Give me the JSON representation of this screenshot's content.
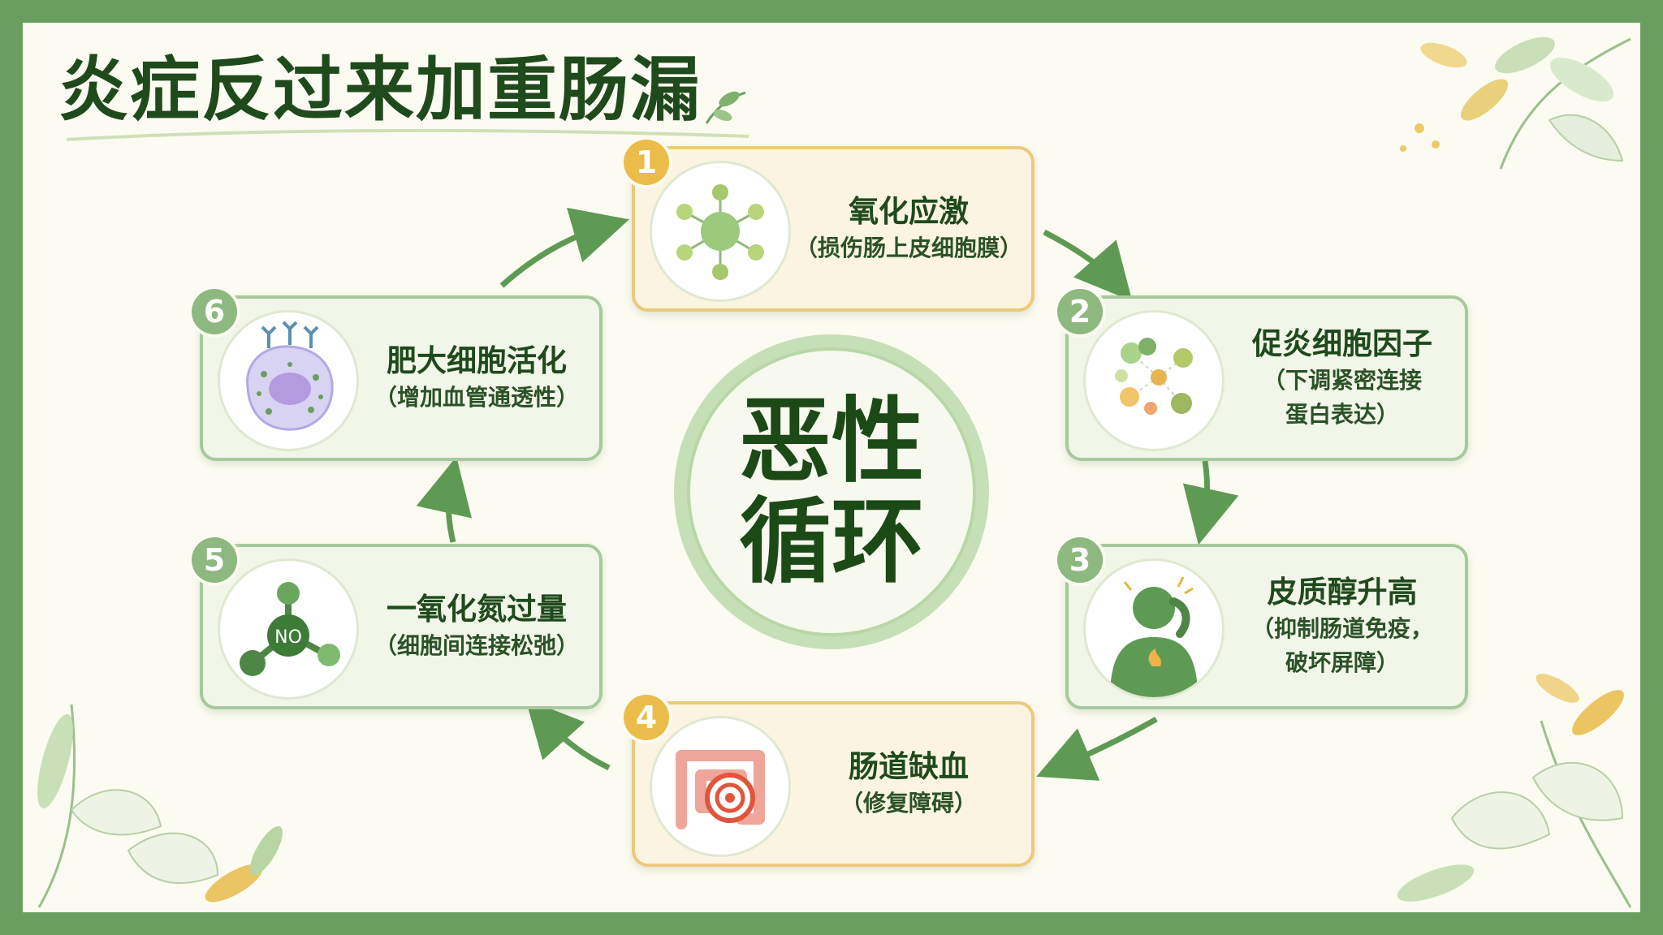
{
  "title": "炎症反过来加重肠漏",
  "center": {
    "text": "恶性\n循环"
  },
  "steps": [
    {
      "number": "1",
      "title": "氧化应激",
      "subtitle": "（损伤肠上皮细胞膜）",
      "icon": "oxidative-stress-molecule-icon"
    },
    {
      "number": "2",
      "title": "促炎细胞因子",
      "subtitle": "（下调紧密连接\n蛋白表达）",
      "icon": "cytokine-particles-icon"
    },
    {
      "number": "3",
      "title": "皮质醇升高",
      "subtitle": "（抑制肠道免疫，\n破坏屏障）",
      "icon": "stressed-person-icon"
    },
    {
      "number": "4",
      "title": "肠道缺血",
      "subtitle": "（修复障碍）",
      "icon": "intestine-target-icon"
    },
    {
      "number": "5",
      "title": "一氧化氮过量",
      "subtitle": "（细胞间连接松弛）",
      "icon": "nitric-oxide-molecule-icon",
      "icon_label": "NO"
    },
    {
      "number": "6",
      "title": "肥大细胞活化",
      "subtitle": "（增加血管通透性）",
      "icon": "mast-cell-icon"
    }
  ],
  "colors": {
    "frame": "#6a9e60",
    "background": "#fcfbf1",
    "title": "#1f4a1b",
    "green_border": "#a8c99b",
    "gold_border": "#ecc97c",
    "gold_badge": "#ecbc4a",
    "green_badge": "#8db87f",
    "arrow": "#5f9a55"
  }
}
